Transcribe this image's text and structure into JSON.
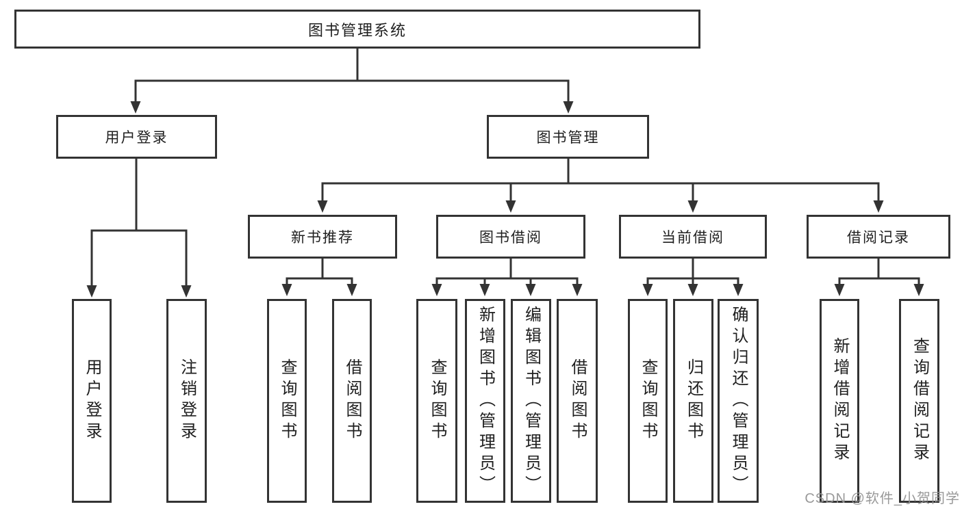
{
  "tree": {
    "root": "图书管理系统",
    "branches": [
      {
        "label": "用户登录",
        "children": [
          "用户登录",
          "注销登录"
        ]
      },
      {
        "label": "图书管理",
        "groups": [
          {
            "label": "新书推荐",
            "children": [
              "查询图书",
              "借阅图书"
            ]
          },
          {
            "label": "图书借阅",
            "children": [
              "查询图书",
              "新增图书（管理员）",
              "编辑图书（管理员）",
              "借阅图书"
            ]
          },
          {
            "label": "当前借阅",
            "children": [
              "查询图书",
              "归还图书",
              "确认归还（管理员）"
            ]
          },
          {
            "label": "借阅记录",
            "children": [
              "新增借阅记录",
              "查询借阅记录"
            ]
          }
        ]
      }
    ]
  },
  "watermark": "CSDN @软件_小贺同学",
  "colors": {
    "line": "#333333",
    "box_border": "#333333",
    "box_fill": "#ffffff",
    "text": "#1f1f1f",
    "watermark": "#949494",
    "background": "#ffffff"
  }
}
